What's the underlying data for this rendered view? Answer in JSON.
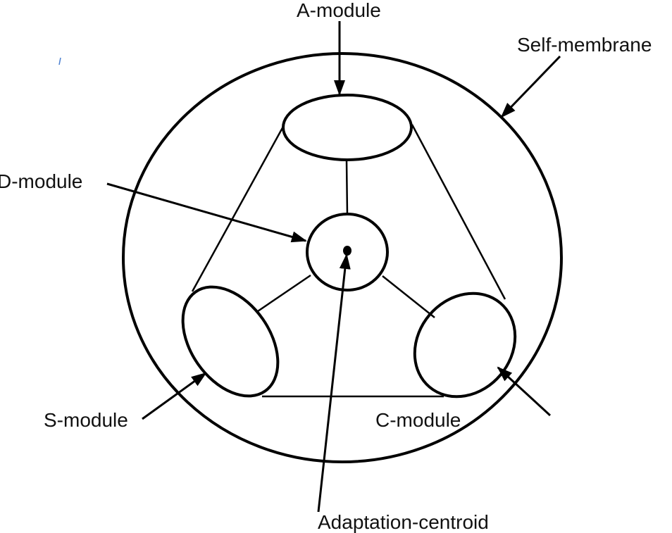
{
  "diagram": {
    "labels": {
      "a_module": "A-module",
      "self_membrane": "Self-membrane",
      "d_module": "D-module",
      "s_module": "S-module",
      "c_module": "C-module",
      "adaptation_centroid": "Adaptation-centroid"
    },
    "nodes": [
      {
        "id": "self-membrane",
        "shape": "circle",
        "label": "Self-membrane"
      },
      {
        "id": "a-module",
        "shape": "ellipse",
        "label": "A-module"
      },
      {
        "id": "d-module",
        "shape": "circle",
        "label": "D-module"
      },
      {
        "id": "s-module",
        "shape": "ellipse",
        "label": "S-module"
      },
      {
        "id": "c-module",
        "shape": "ellipse",
        "label": "C-module"
      },
      {
        "id": "adaptation-centroid",
        "shape": "dot",
        "label": "Adaptation-centroid"
      }
    ],
    "edges": [
      {
        "from": "a-module",
        "to": "d-module"
      },
      {
        "from": "s-module",
        "to": "d-module"
      },
      {
        "from": "c-module",
        "to": "d-module"
      },
      {
        "from": "a-module",
        "to": "s-module"
      },
      {
        "from": "a-module",
        "to": "c-module"
      },
      {
        "from": "s-module",
        "to": "c-module"
      }
    ],
    "colors": {
      "stroke": "#000000",
      "background": "#ffffff",
      "stray_mark": "#4a7fd0"
    }
  }
}
